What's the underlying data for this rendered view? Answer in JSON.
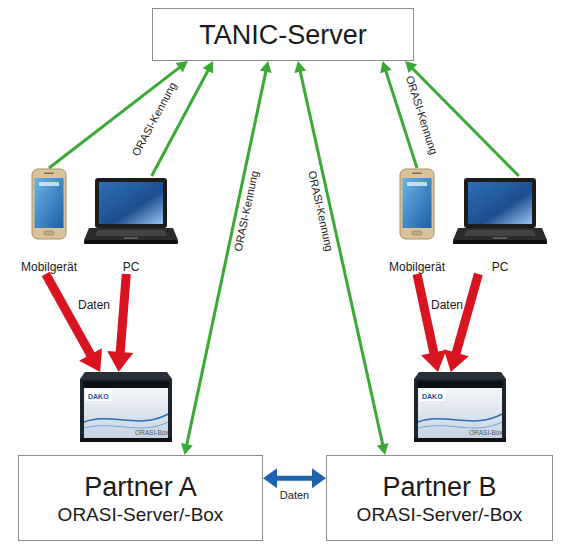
{
  "diagram": {
    "nodes": [
      {
        "text": [
          "TANIC-Server"
        ]
      },
      {
        "text": [
          "Mobilgerät"
        ]
      },
      {
        "text": [
          "PC"
        ]
      },
      {
        "text": [
          "Mobilgerät"
        ]
      },
      {
        "text": [
          "PC"
        ]
      },
      {
        "text": [
          "DAKO",
          "ORASI-Box"
        ]
      },
      {
        "text": [
          "DAKO",
          "ORASI-Box"
        ]
      },
      {
        "text": [
          "Partner A",
          "ORASI-Server/-Box"
        ]
      },
      {
        "text": [
          "Partner B",
          "ORASI-Server/-Box"
        ]
      }
    ],
    "edges": [
      {
        "from": 1,
        "to": 0,
        "arrow": "to"
      },
      {
        "from": 2,
        "to": 0,
        "arrow": "to",
        "label": "ORASI-Kennung"
      },
      {
        "from": 7,
        "to": 0,
        "arrow": "both",
        "label": "ORASI-Kennung"
      },
      {
        "from": 8,
        "to": 0,
        "arrow": "both",
        "label": "ORASI-Kennung"
      },
      {
        "from": 3,
        "to": 0,
        "arrow": "to",
        "label": "ORASI-Kennung"
      },
      {
        "from": 4,
        "to": 0,
        "arrow": "to"
      },
      {
        "from": 1,
        "to": 5,
        "arrow": "to"
      },
      {
        "from": 2,
        "to": 5,
        "arrow": "to"
      },
      {
        "from": 3,
        "to": 6,
        "arrow": "to"
      },
      {
        "from": 4,
        "to": 6,
        "arrow": "to"
      },
      {
        "from": 7,
        "to": 8,
        "arrow": "both",
        "label": "Daten"
      }
    ],
    "labels": [
      "Daten",
      "Daten"
    ]
  }
}
